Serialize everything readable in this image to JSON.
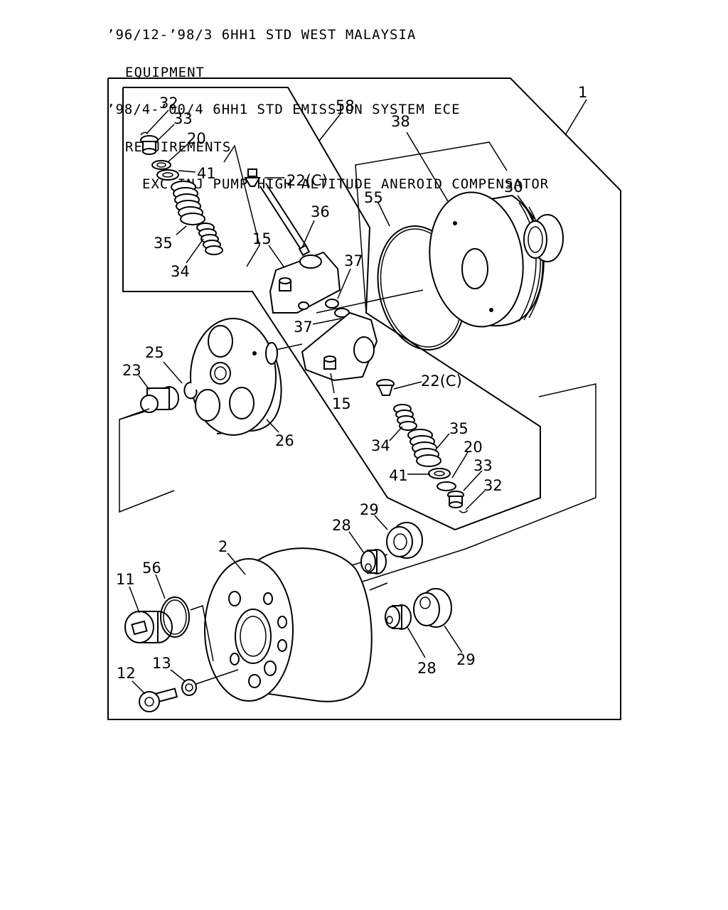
{
  "header": {
    "line1": "’96/12-’98/3 6HH1 STD WEST MALAYSIA",
    "line2": "EQUIPMENT",
    "line3": "’98/4-’00/4 6HH1 STD EMISSION SYSTEM ECE",
    "line4": "REQUIREMENTS",
    "line5": "EXC.INJ PUMP HIGH ALTITUDE ANEROID COMPENSATOR"
  },
  "callouts": {
    "c1": "1",
    "c2": "2",
    "c11": "11",
    "c12": "12",
    "c13": "13",
    "c15a": "15",
    "c15b": "15",
    "c20a": "20",
    "c20b": "20",
    "c22a": "22(C)",
    "c22b": "22(C)",
    "c23": "23",
    "c25": "25",
    "c26": "26",
    "c28a": "28",
    "c28b": "28",
    "c29a": "29",
    "c29b": "29",
    "c30": "30",
    "c32a": "32",
    "c32b": "32",
    "c33a": "33",
    "c33b": "33",
    "c34a": "34",
    "c34b": "34",
    "c35a": "35",
    "c35b": "35",
    "c36": "36",
    "c37a": "37",
    "c37b": "37",
    "c38": "38",
    "c41a": "41",
    "c41b": "41",
    "c55": "55",
    "c56": "56",
    "c58": "58"
  }
}
